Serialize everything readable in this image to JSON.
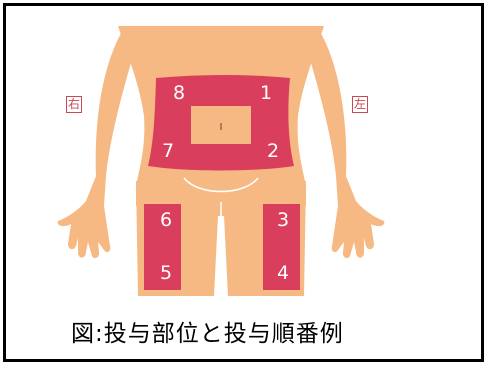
{
  "labels": {
    "right": "右",
    "left": "左"
  },
  "sites": [
    "1",
    "2",
    "3",
    "4",
    "5",
    "6",
    "7",
    "8"
  ],
  "caption": "図:投与部位と投与順番例",
  "colors": {
    "skin": "#F7B984",
    "skin_shadow": "#EBA46C",
    "injection_zone": "#D93F5C",
    "label": "#C84A57",
    "border": "#000000"
  }
}
